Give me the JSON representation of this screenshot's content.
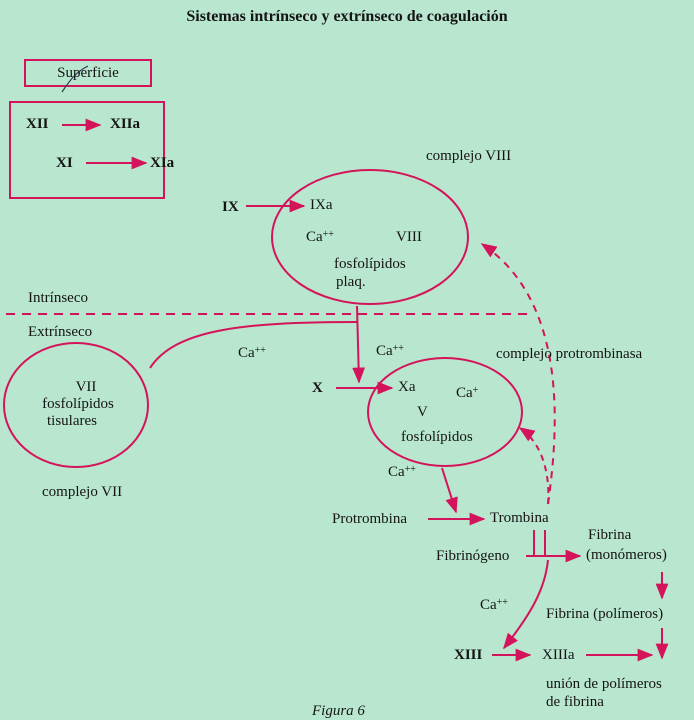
{
  "title": "Sistemas intrínseco y extrínseco de coagulación",
  "colors": {
    "accent": "#d4145a",
    "background": "#b9e6cf",
    "text": "#141414"
  },
  "surface": {
    "label": "Superficie",
    "xii": "XII",
    "xiia": "XIIa",
    "xi": "XI",
    "xia": "XIa"
  },
  "intrinsic": {
    "complex_label": "complejo VIII",
    "ix": "IX",
    "ixa": "IXa",
    "ca": "Ca",
    "charge": "++",
    "viii": "VIII",
    "phospholipids_1": "fosfolípidos",
    "phospholipids_2": "plaq."
  },
  "divider": {
    "intrinsic": "Intrínseco",
    "extrinsic": "Extrínseco"
  },
  "extrinsic": {
    "vii": "VII",
    "phospholipids": "fosfolípidos",
    "tissue": "tisulares",
    "complex_label": "complejo VII",
    "ca_left": "Ca",
    "charge": "++"
  },
  "prothrombinase": {
    "ca_top": "Ca",
    "charge": "++",
    "x": "X",
    "xa": "Xa",
    "ca_inner": "Ca",
    "charge_inner": "+",
    "v": "V",
    "phospholipids": "fosfolípidos",
    "complex_label": "complejo protrombinasa",
    "ca_bottom": "Ca",
    "charge_bottom": "++"
  },
  "common": {
    "prothrombin": "Protrombina",
    "thrombin": "Trombina",
    "fibrinogen": "Fibrinógeno",
    "fibrin_1": "Fibrina",
    "fibrin_2": "(monómeros)",
    "fibrin_polymers": "Fibrina (polímeros)",
    "ca": "Ca",
    "charge": "++",
    "xiii": "XIII",
    "xiiia": "XIIIa",
    "union_1": "unión de polímeros",
    "union_2": "de fibrina"
  },
  "caption": "Figura 6"
}
